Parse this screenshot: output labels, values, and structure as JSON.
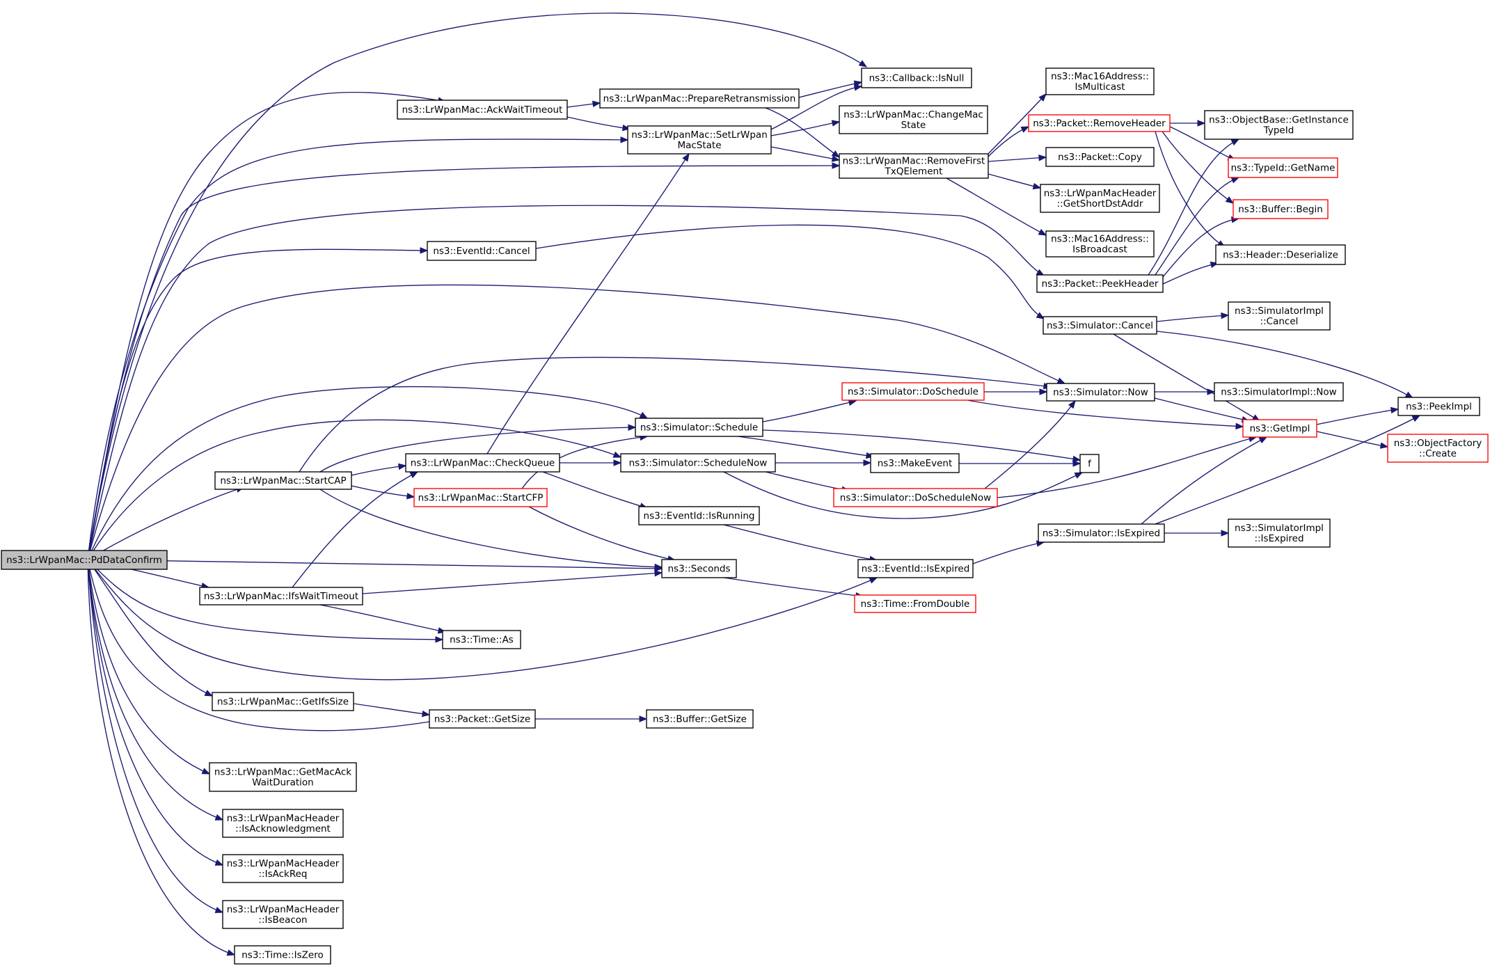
{
  "graph": {
    "root": "ns3::LrWpanMac::PdDataConfirm",
    "nodes": [
      {
        "id": "root",
        "lines": [
          "ns3::LrWpanMac::PdDataConfirm"
        ]
      },
      {
        "id": "ackwait",
        "lines": [
          "ns3::LrWpanMac::AckWaitTimeout"
        ]
      },
      {
        "id": "prepare",
        "lines": [
          "ns3::LrWpanMac::PrepareRetransmission"
        ]
      },
      {
        "id": "isnull",
        "lines": [
          "ns3::Callback::IsNull"
        ]
      },
      {
        "id": "setstate",
        "lines": [
          "ns3::LrWpanMac::SetLrWpan",
          "MacState"
        ]
      },
      {
        "id": "changemac",
        "lines": [
          "ns3::LrWpanMac::ChangeMac",
          "State"
        ]
      },
      {
        "id": "removefirst",
        "lines": [
          "ns3::LrWpanMac::RemoveFirst",
          "TxQElement"
        ]
      },
      {
        "id": "ismulticast",
        "lines": [
          "ns3::Mac16Address::",
          "IsMulticast"
        ]
      },
      {
        "id": "removeheader",
        "lines": [
          "ns3::Packet::RemoveHeader"
        ],
        "truncated": true
      },
      {
        "id": "getinstancetypeid",
        "lines": [
          "ns3::ObjectBase::GetInstance",
          "TypeId"
        ]
      },
      {
        "id": "copy",
        "lines": [
          "ns3::Packet::Copy"
        ]
      },
      {
        "id": "getname",
        "lines": [
          "ns3::TypeId::GetName"
        ],
        "truncated": true
      },
      {
        "id": "getshortdst",
        "lines": [
          "ns3::LrWpanMacHeader",
          "::GetShortDstAddr"
        ]
      },
      {
        "id": "bufferbegin",
        "lines": [
          "ns3::Buffer::Begin"
        ],
        "truncated": true
      },
      {
        "id": "isbroadcast",
        "lines": [
          "ns3::Mac16Address::",
          "IsBroadcast"
        ]
      },
      {
        "id": "deserialize",
        "lines": [
          "ns3::Header::Deserialize"
        ]
      },
      {
        "id": "eventcancel",
        "lines": [
          "ns3::EventId::Cancel"
        ]
      },
      {
        "id": "peekheader",
        "lines": [
          "ns3::Packet::PeekHeader"
        ]
      },
      {
        "id": "simcancel",
        "lines": [
          "ns3::Simulator::Cancel"
        ]
      },
      {
        "id": "implcancel",
        "lines": [
          "ns3::SimulatorImpl",
          "::Cancel"
        ]
      },
      {
        "id": "doschedule",
        "lines": [
          "ns3::Simulator::DoSchedule"
        ],
        "truncated": true
      },
      {
        "id": "simnow",
        "lines": [
          "ns3::Simulator::Now"
        ]
      },
      {
        "id": "implnow",
        "lines": [
          "ns3::SimulatorImpl::Now"
        ]
      },
      {
        "id": "peekimpl",
        "lines": [
          "ns3::PeekImpl"
        ]
      },
      {
        "id": "schedule",
        "lines": [
          "ns3::Simulator::Schedule"
        ]
      },
      {
        "id": "getimpl",
        "lines": [
          "ns3::GetImpl"
        ],
        "truncated": true
      },
      {
        "id": "startcap",
        "lines": [
          "ns3::LrWpanMac::StartCAP"
        ]
      },
      {
        "id": "checkqueue",
        "lines": [
          "ns3::LrWpanMac::CheckQueue"
        ]
      },
      {
        "id": "schedulenow",
        "lines": [
          "ns3::Simulator::ScheduleNow"
        ]
      },
      {
        "id": "makeevent",
        "lines": [
          "ns3::MakeEvent"
        ]
      },
      {
        "id": "f",
        "lines": [
          "f"
        ]
      },
      {
        "id": "objfactory",
        "lines": [
          "ns3::ObjectFactory",
          "::Create"
        ],
        "truncated": true
      },
      {
        "id": "startcfp",
        "lines": [
          "ns3::LrWpanMac::StartCFP"
        ],
        "truncated": true
      },
      {
        "id": "doschedulenow",
        "lines": [
          "ns3::Simulator::DoScheduleNow"
        ],
        "truncated": true
      },
      {
        "id": "isrunning",
        "lines": [
          "ns3::EventId::IsRunning"
        ]
      },
      {
        "id": "simisexpired",
        "lines": [
          "ns3::Simulator::IsExpired"
        ]
      },
      {
        "id": "implisexpired",
        "lines": [
          "ns3::SimulatorImpl",
          "::IsExpired"
        ]
      },
      {
        "id": "seconds",
        "lines": [
          "ns3::Seconds"
        ]
      },
      {
        "id": "evisexpired",
        "lines": [
          "ns3::EventId::IsExpired"
        ]
      },
      {
        "id": "ifswait",
        "lines": [
          "ns3::LrWpanMac::IfsWaitTimeout"
        ]
      },
      {
        "id": "fromdouble",
        "lines": [
          "ns3::Time::FromDouble"
        ],
        "truncated": true
      },
      {
        "id": "timeas",
        "lines": [
          "ns3::Time::As"
        ]
      },
      {
        "id": "getifssize",
        "lines": [
          "ns3::LrWpanMac::GetIfsSize"
        ]
      },
      {
        "id": "pktgetsize",
        "lines": [
          "ns3::Packet::GetSize"
        ]
      },
      {
        "id": "bufgetsize",
        "lines": [
          "ns3::Buffer::GetSize"
        ]
      },
      {
        "id": "getmacack",
        "lines": [
          "ns3::LrWpanMac::GetMacAck",
          "WaitDuration"
        ]
      },
      {
        "id": "isack",
        "lines": [
          "ns3::LrWpanMacHeader",
          "::IsAcknowledgment"
        ]
      },
      {
        "id": "isackreq",
        "lines": [
          "ns3::LrWpanMacHeader",
          "::IsAckReq"
        ]
      },
      {
        "id": "isbeacon",
        "lines": [
          "ns3::LrWpanMacHeader",
          "::IsBeacon"
        ]
      },
      {
        "id": "iszero",
        "lines": [
          "ns3::Time::IsZero"
        ]
      }
    ],
    "edges": [
      [
        "root",
        "isnull"
      ],
      [
        "root",
        "ackwait"
      ],
      [
        "root",
        "setstate"
      ],
      [
        "root",
        "removefirst"
      ],
      [
        "root",
        "eventcancel"
      ],
      [
        "root",
        "peekheader"
      ],
      [
        "root",
        "simnow"
      ],
      [
        "root",
        "schedule"
      ],
      [
        "root",
        "schedulenow"
      ],
      [
        "root",
        "startcap"
      ],
      [
        "root",
        "seconds"
      ],
      [
        "root",
        "evisexpired"
      ],
      [
        "root",
        "ifswait"
      ],
      [
        "root",
        "timeas"
      ],
      [
        "root",
        "getifssize"
      ],
      [
        "root",
        "pktgetsize"
      ],
      [
        "root",
        "getmacack"
      ],
      [
        "root",
        "isack"
      ],
      [
        "root",
        "isackreq"
      ],
      [
        "root",
        "isbeacon"
      ],
      [
        "root",
        "iszero"
      ],
      [
        "ackwait",
        "prepare"
      ],
      [
        "ackwait",
        "setstate"
      ],
      [
        "prepare",
        "isnull"
      ],
      [
        "prepare",
        "removefirst"
      ],
      [
        "setstate",
        "isnull"
      ],
      [
        "setstate",
        "changemac"
      ],
      [
        "setstate",
        "removefirst"
      ],
      [
        "removefirst",
        "ismulticast"
      ],
      [
        "removefirst",
        "removeheader"
      ],
      [
        "removefirst",
        "copy"
      ],
      [
        "removefirst",
        "getshortdst"
      ],
      [
        "removefirst",
        "isbroadcast"
      ],
      [
        "removeheader",
        "getinstancetypeid"
      ],
      [
        "removeheader",
        "getname"
      ],
      [
        "removeheader",
        "bufferbegin"
      ],
      [
        "removeheader",
        "deserialize"
      ],
      [
        "peekheader",
        "getinstancetypeid"
      ],
      [
        "peekheader",
        "getname"
      ],
      [
        "peekheader",
        "bufferbegin"
      ],
      [
        "peekheader",
        "deserialize"
      ],
      [
        "eventcancel",
        "simcancel"
      ],
      [
        "simcancel",
        "implcancel"
      ],
      [
        "simcancel",
        "getimpl"
      ],
      [
        "simcancel",
        "peekimpl"
      ],
      [
        "doschedule",
        "simnow"
      ],
      [
        "doschedule",
        "getimpl"
      ],
      [
        "simnow",
        "implnow"
      ],
      [
        "simnow",
        "getimpl"
      ],
      [
        "getimpl",
        "peekimpl"
      ],
      [
        "getimpl",
        "objfactory"
      ],
      [
        "schedule",
        "doschedule"
      ],
      [
        "schedule",
        "makeevent"
      ],
      [
        "schedule",
        "f"
      ],
      [
        "startcap",
        "schedule"
      ],
      [
        "startcap",
        "simnow"
      ],
      [
        "startcap",
        "checkqueue"
      ],
      [
        "startcap",
        "startcfp"
      ],
      [
        "startcap",
        "seconds"
      ],
      [
        "checkqueue",
        "setstate"
      ],
      [
        "checkqueue",
        "schedulenow"
      ],
      [
        "checkqueue",
        "isrunning"
      ],
      [
        "schedulenow",
        "makeevent"
      ],
      [
        "schedulenow",
        "doschedulenow"
      ],
      [
        "schedulenow",
        "f"
      ],
      [
        "makeevent",
        "f"
      ],
      [
        "doschedulenow",
        "simnow"
      ],
      [
        "doschedulenow",
        "getimpl"
      ],
      [
        "startcfp",
        "schedule"
      ],
      [
        "startcfp",
        "seconds"
      ],
      [
        "isrunning",
        "evisexpired"
      ],
      [
        "evisexpired",
        "simisexpired"
      ],
      [
        "simisexpired",
        "implisexpired"
      ],
      [
        "simisexpired",
        "getimpl"
      ],
      [
        "simisexpired",
        "peekimpl"
      ],
      [
        "seconds",
        "fromdouble"
      ],
      [
        "ifswait",
        "checkqueue"
      ],
      [
        "ifswait",
        "seconds"
      ],
      [
        "ifswait",
        "timeas"
      ],
      [
        "getifssize",
        "pktgetsize"
      ],
      [
        "pktgetsize",
        "bufgetsize"
      ]
    ]
  }
}
